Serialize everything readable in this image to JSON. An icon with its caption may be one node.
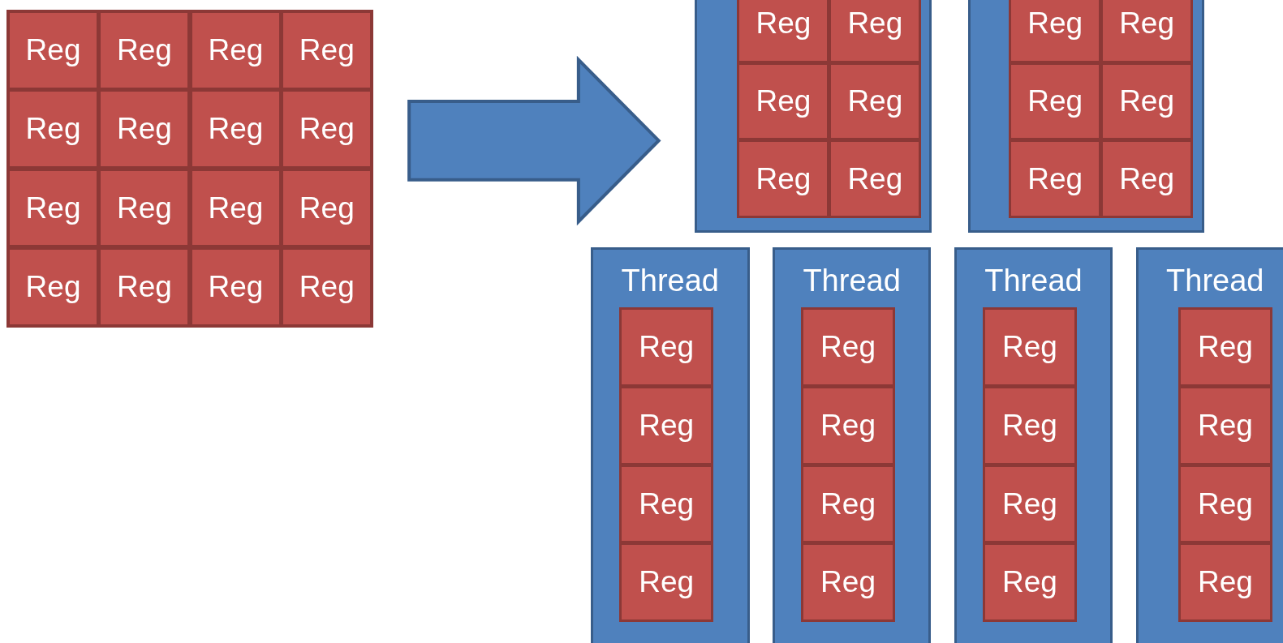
{
  "diagram": {
    "nodes": [
      {
        "text": [],
        "shape": "box"
      },
      {
        "text": [
          "Reg"
        ],
        "in": 0
      },
      {
        "text": [
          "Reg"
        ],
        "in": 0
      },
      {
        "text": [
          "Reg"
        ],
        "in": 0
      },
      {
        "text": [
          "Reg"
        ],
        "in": 0
      },
      {
        "text": [
          "Reg"
        ],
        "in": 0
      },
      {
        "text": [
          "Reg"
        ],
        "in": 0
      },
      {
        "text": [
          "Reg"
        ],
        "in": 0
      },
      {
        "text": [
          "Reg"
        ],
        "in": 0
      },
      {
        "text": [
          "Reg"
        ],
        "in": 0
      },
      {
        "text": [
          "Reg"
        ],
        "in": 0
      },
      {
        "text": [
          "Reg"
        ],
        "in": 0
      },
      {
        "text": [
          "Reg"
        ],
        "in": 0
      },
      {
        "text": [
          "Reg"
        ],
        "in": 0
      },
      {
        "text": [
          "Reg"
        ],
        "in": 0
      },
      {
        "text": [
          "Reg"
        ],
        "in": 0
      },
      {
        "text": [
          "Reg"
        ],
        "in": 0
      },
      {
        "text": [],
        "shape": "box"
      },
      {
        "text": [
          "Reg"
        ],
        "in": 17
      },
      {
        "text": [
          "Reg"
        ],
        "in": 17
      },
      {
        "text": [
          "Reg"
        ],
        "in": 17
      },
      {
        "text": [
          "Reg"
        ],
        "in": 17
      },
      {
        "text": [
          "Reg"
        ],
        "in": 17
      },
      {
        "text": [
          "Reg"
        ],
        "in": 17
      },
      {
        "text": [],
        "shape": "box"
      },
      {
        "text": [
          "Reg"
        ],
        "in": 24
      },
      {
        "text": [
          "Reg"
        ],
        "in": 24
      },
      {
        "text": [
          "Reg"
        ],
        "in": 24
      },
      {
        "text": [
          "Reg"
        ],
        "in": 24
      },
      {
        "text": [
          "Reg"
        ],
        "in": 24
      },
      {
        "text": [
          "Reg"
        ],
        "in": 24
      },
      {
        "text": [
          "Thread"
        ]
      },
      {
        "text": [
          "Reg"
        ],
        "in": 31
      },
      {
        "text": [
          "Reg"
        ],
        "in": 31
      },
      {
        "text": [
          "Reg"
        ],
        "in": 31
      },
      {
        "text": [
          "Reg"
        ],
        "in": 31
      },
      {
        "text": [
          "Thread"
        ]
      },
      {
        "text": [
          "Reg"
        ],
        "in": 36
      },
      {
        "text": [
          "Reg"
        ],
        "in": 36
      },
      {
        "text": [
          "Reg"
        ],
        "in": 36
      },
      {
        "text": [
          "Reg"
        ],
        "in": 36
      },
      {
        "text": [
          "Thread"
        ]
      },
      {
        "text": [
          "Reg"
        ],
        "in": 41
      },
      {
        "text": [
          "Reg"
        ],
        "in": 41
      },
      {
        "text": [
          "Reg"
        ],
        "in": 41
      },
      {
        "text": [
          "Reg"
        ],
        "in": 41
      },
      {
        "text": [
          "Thread"
        ]
      },
      {
        "text": [
          "Reg"
        ],
        "in": 46
      },
      {
        "text": [
          "Reg"
        ],
        "in": 46
      },
      {
        "text": [
          "Reg"
        ],
        "in": 46
      },
      {
        "text": [
          "Reg"
        ],
        "in": 46
      }
    ],
    "edges": [
      {
        "from": 0,
        "to": 17,
        "arrow": "to"
      }
    ]
  }
}
